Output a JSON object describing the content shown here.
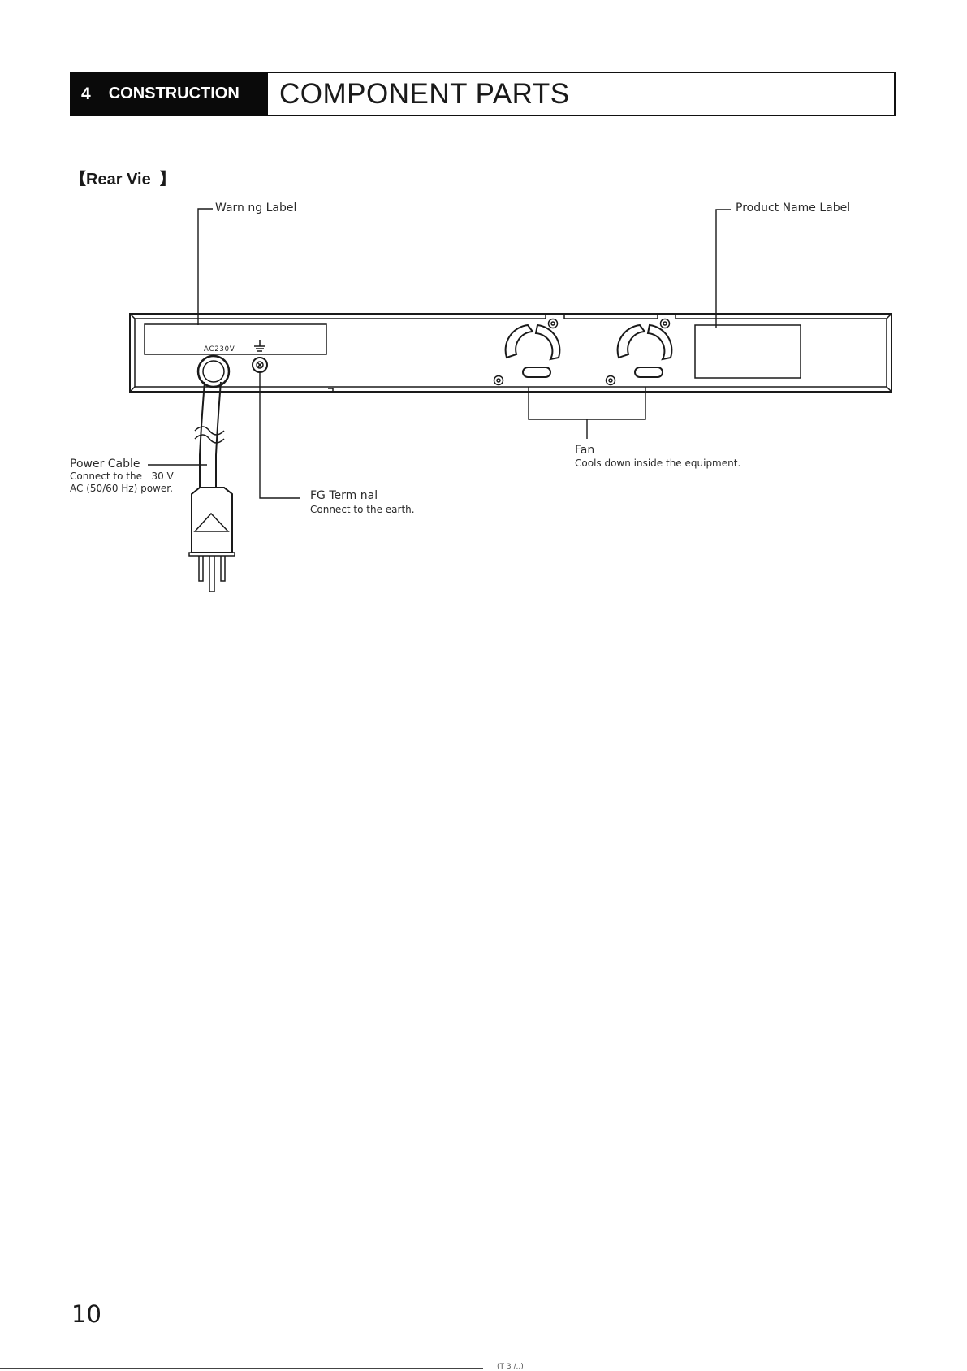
{
  "header": {
    "chapter_number": "4",
    "chapter_name": "CONSTRUCTION",
    "title": "COMPONENT PARTS"
  },
  "section_title": "【Rear Vie  】",
  "callouts": {
    "warning_label": "Warn ng Label",
    "product_name_label": "Product Name Label",
    "fan": "Fan",
    "fan_desc": "Cools down inside the equipment.",
    "power_cable": "Power Cable",
    "power_cable_desc_1": "Connect to the   30 V",
    "power_cable_desc_2": "AC (50/60 Hz) power.",
    "fg_terminal": "FG Term nal",
    "fg_terminal_desc": "Connect to the earth."
  },
  "device": {
    "voltage_marking": "AC230V"
  },
  "page_number": "10",
  "footer_mark": "(T 3 /..)"
}
